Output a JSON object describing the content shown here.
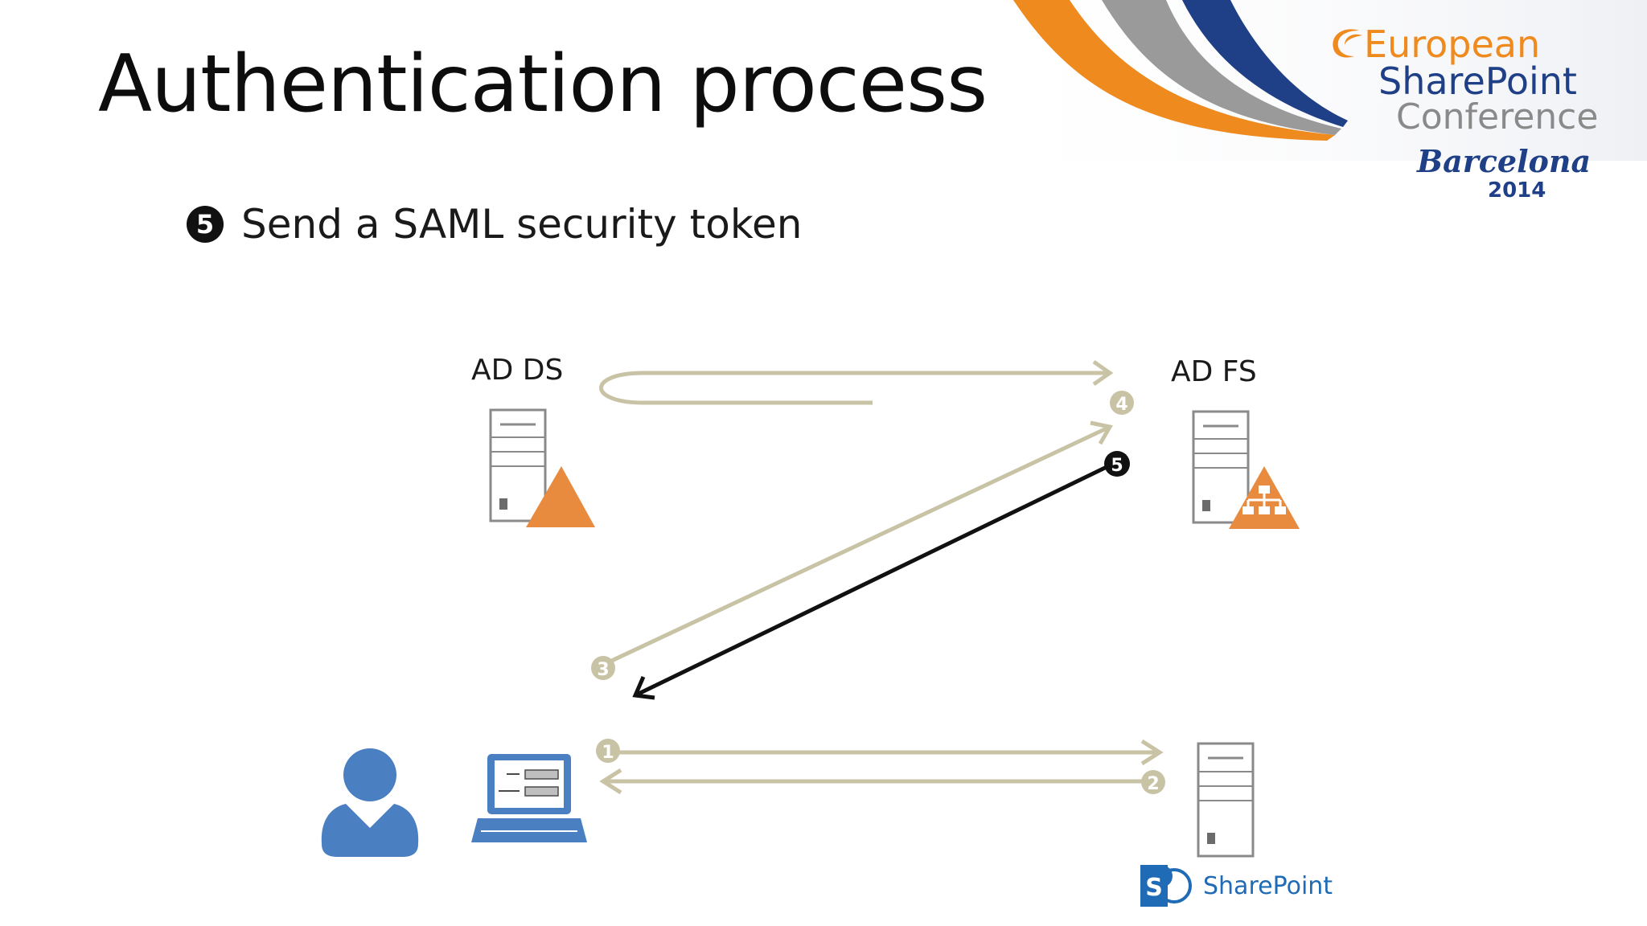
{
  "slide": {
    "title": "Authentication process",
    "subtitle": {
      "step_number": "5",
      "text": "Send a SAML security token"
    }
  },
  "logo": {
    "line1": "European",
    "line2": "SharePoint",
    "line3": "Conference",
    "line4": "Barcelona",
    "line5": "2014",
    "colors": {
      "orange": "#ef8a1f",
      "navy": "#1f3f86",
      "gray": "#8a8a8a"
    }
  },
  "diagram": {
    "nodes": {
      "ad_ds": {
        "label": "AD DS"
      },
      "ad_fs": {
        "label": "AD FS"
      },
      "sharepoint": {
        "label": "SharePoint",
        "icon_letter": "S"
      },
      "user": {
        "label": ""
      },
      "laptop": {
        "label": ""
      }
    },
    "step_badges": [
      "1",
      "2",
      "3",
      "4",
      "5"
    ],
    "active_step": "5",
    "colors": {
      "inactive_arrow": "#c9c3a6",
      "active_arrow": "#111111",
      "orange": "#e88b3f",
      "blue": "#4a7fc1",
      "server_gray": "#7f7f7f"
    }
  }
}
